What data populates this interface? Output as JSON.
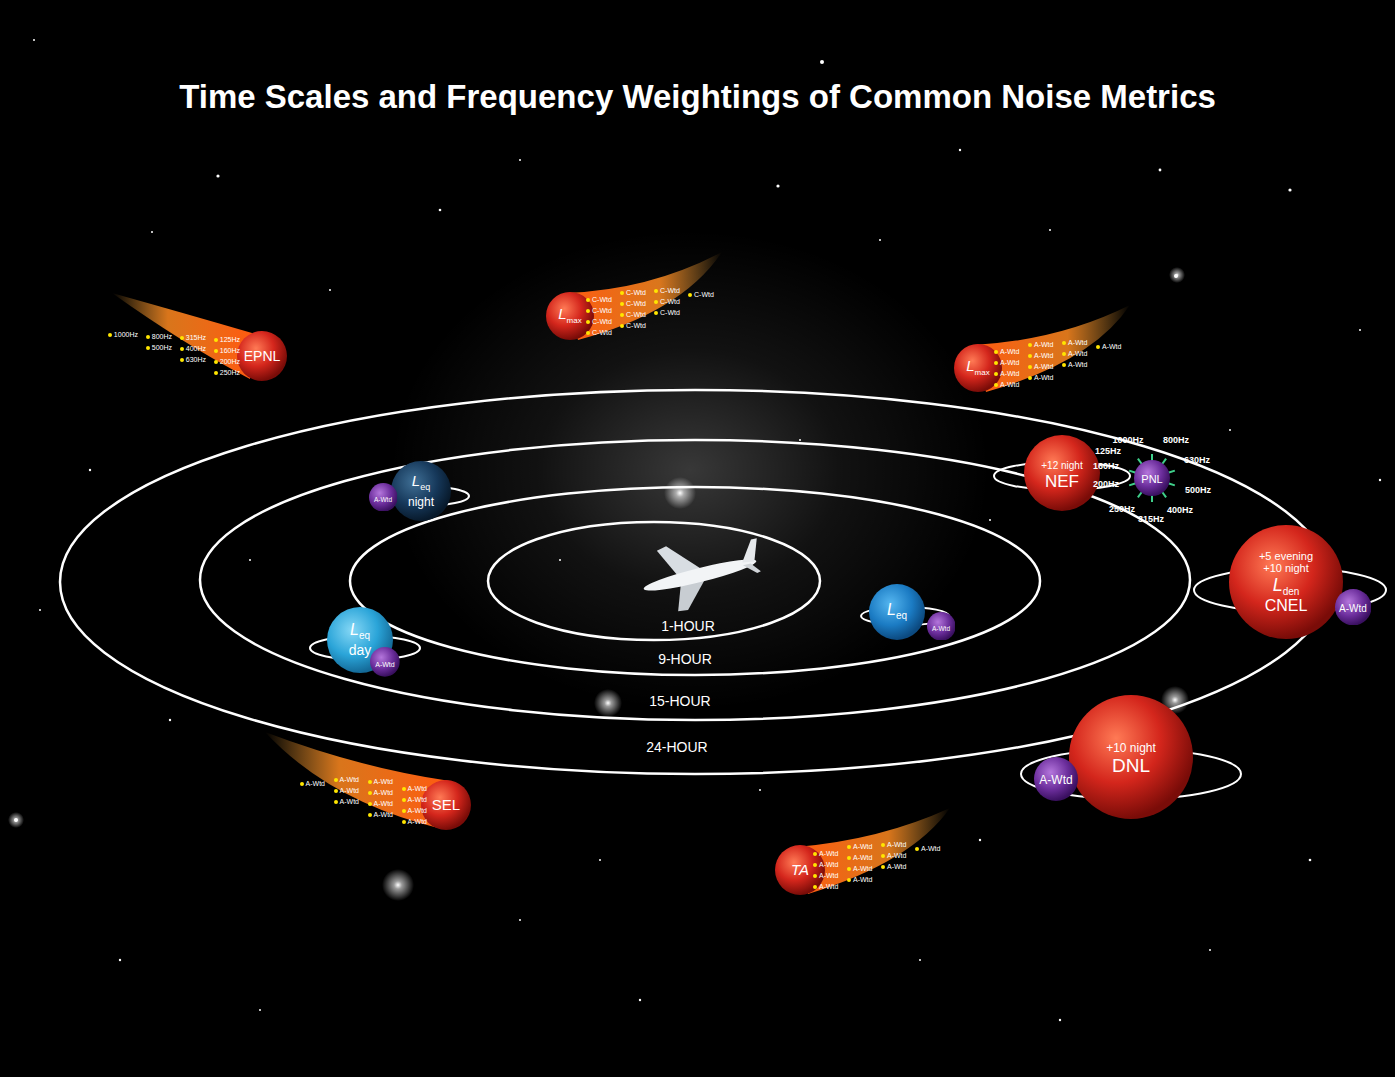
{
  "diagram": {
    "title": "Time Scales and Frequency Weightings of Common Noise Metrics",
    "nodes": [
      {
        "text": [
          "EPNL"
        ]
      },
      {
        "text": [
          "L",
          "max"
        ]
      },
      {
        "text": [
          "L",
          "max"
        ]
      },
      {
        "text": [
          "L",
          "eq",
          "night"
        ]
      },
      {
        "text": [
          "A-Wtd"
        ]
      },
      {
        "text": [
          "+12 night",
          "NEF"
        ]
      },
      {
        "text": [
          "PNL"
        ]
      },
      {
        "text": [
          "+5 evening +10 night",
          "L",
          "den",
          "CNEL"
        ]
      },
      {
        "text": [
          "A-Wtd"
        ]
      },
      {
        "text": [
          "L",
          "eq"
        ]
      },
      {
        "text": [
          "A-Wtd"
        ]
      },
      {
        "text": [
          "L",
          "eq",
          "day"
        ]
      },
      {
        "text": [
          "A-Wtd"
        ]
      },
      {
        "text": [
          "+10 night",
          "DNL"
        ]
      },
      {
        "text": [
          "A-Wtd"
        ]
      },
      {
        "text": [
          "SEL"
        ]
      },
      {
        "text": [
          "TA"
        ]
      }
    ],
    "labels": [
      "125Hz",
      "160Hz",
      "200Hz",
      "250Hz",
      "315Hz",
      "400Hz",
      "630Hz",
      "800Hz",
      "500Hz",
      "1000Hz",
      "C-Wtd",
      "C-Wtd",
      "C-Wtd",
      "C-Wtd",
      "C-Wtd",
      "C-Wtd",
      "C-Wtd",
      "C-Wtd",
      "C-Wtd",
      "C-Wtd",
      "C-Wtd",
      "C-Wtd",
      "A-Wtd",
      "A-Wtd",
      "A-Wtd",
      "A-Wtd",
      "A-Wtd",
      "A-Wtd",
      "A-Wtd",
      "A-Wtd",
      "A-Wtd",
      "A-Wtd",
      "A-Wtd",
      "A-Wtd",
      "1000Hz",
      "800Hz",
      "125Hz",
      "630Hz",
      "160Hz",
      "200Hz",
      "500Hz",
      "250Hz",
      "400Hz",
      "315Hz",
      "1-HOUR",
      "9-HOUR",
      "15-HOUR",
      "24-HOUR",
      "A-Wtd",
      "A-Wtd",
      "A-Wtd",
      "A-Wtd",
      "A-Wtd",
      "A-Wtd",
      "A-Wtd",
      "A-Wtd",
      "A-Wtd",
      "A-Wtd",
      "A-Wtd",
      "A-Wtd",
      "A-Wtd",
      "A-Wtd",
      "A-Wtd",
      "A-Wtd",
      "A-Wtd",
      "A-Wtd",
      "A-Wtd",
      "A-Wtd",
      "A-Wtd",
      "A-Wtd",
      "A-Wtd",
      "A-Wtd"
    ]
  }
}
